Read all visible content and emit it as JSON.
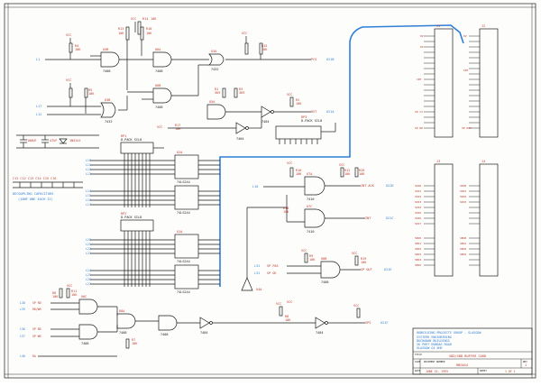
{
  "resistors": [
    {
      "ref": "R14",
      "val": "10K"
    },
    {
      "ref": "R13",
      "val": "10K"
    },
    {
      "ref": "R10",
      "val": "10K"
    },
    {
      "ref": "R4",
      "val": "10K"
    },
    {
      "ref": "R5",
      "val": "10K"
    },
    {
      "ref": "R15",
      "val": "10K"
    },
    {
      "ref": "R1",
      "val": "3K9"
    },
    {
      "ref": "R3",
      "val": "3K9"
    },
    {
      "ref": "R2",
      "val": "10K"
    },
    {
      "ref": "R17",
      "val": "10K"
    },
    {
      "ref": "R16",
      "val": "10K"
    },
    {
      "ref": "R12",
      "val": "10K"
    },
    {
      "ref": "R20",
      "val": "10K"
    },
    {
      "ref": "R6",
      "val": "10K"
    },
    {
      "ref": "R9",
      "val": "10K"
    },
    {
      "ref": "R8",
      "val": "10K"
    },
    {
      "ref": "R7",
      "val": "10K"
    },
    {
      "ref": "R11",
      "val": "10K"
    },
    {
      "ref": "R18",
      "val": "10K"
    },
    {
      "ref": "R19",
      "val": "10K"
    }
  ],
  "gates": [
    {
      "ref": "U5B",
      "type": "7408"
    },
    {
      "ref": "U6A",
      "type": "7408"
    },
    {
      "ref": "U6B",
      "type": "7408"
    },
    {
      "ref": "U3A",
      "type": "7432"
    },
    {
      "ref": "U3B",
      "type": "7432"
    },
    {
      "ref": "U5A",
      "type": "7432"
    },
    {
      "ref": "U4C",
      "type": "7404"
    },
    {
      "ref": "U4D",
      "type": "7404"
    },
    {
      "ref": "U7A",
      "type": "7410"
    },
    {
      "ref": "U7C",
      "type": "7410"
    },
    {
      "ref": "U6C",
      "type": "7408"
    },
    {
      "ref": "U8B",
      "type": "7408"
    },
    {
      "ref": "U5C",
      "type": "7408"
    },
    {
      "ref": "U4A",
      "type": "7404"
    },
    {
      "ref": "U4B",
      "type": "7404"
    },
    {
      "ref": "U4E",
      "type": "7404"
    },
    {
      "ref": "U4F",
      "type": "7404"
    }
  ],
  "buffers": [
    {
      "ref": "U2A",
      "type": "74LS244"
    },
    {
      "ref": "U2B",
      "type": "74LS244"
    },
    {
      "ref": "U1A",
      "type": "74LS244"
    },
    {
      "ref": "U1B",
      "type": "74LS244"
    }
  ],
  "resistor_packs": [
    {
      "ref": "RP1",
      "type": "8-PACK SIL8"
    },
    {
      "ref": "RP2",
      "type": "8-PACK SIL8"
    },
    {
      "ref": "RP3",
      "type": "8-PACK SIL8"
    }
  ],
  "capacitors": {
    "c1": "100UF",
    "c2": "47UF",
    "c3": "1N5241",
    "decoupling_title": "DECOUPLING CAPACITORS",
    "decoupling_note": "(10NF ONE EACH IC)",
    "decoupling_refs": "C11  C12  C13  C14  C15  C16"
  },
  "connectors": [
    {
      "ref": "J1"
    },
    {
      "ref": "J2"
    },
    {
      "ref": "J3"
    },
    {
      "ref": "J4"
    }
  ],
  "power_label": "VCC",
  "title_block": {
    "company": "ROBUILDING PROJECTS GROUP - GLASGOW",
    "company2": "SYSTEMS ENGINEERING",
    "address1": "BUCHANAN BUILDINGS",
    "address2": "26 PORT DUNDAS ROAD",
    "address3": "GLASGOW G4 0HE",
    "title_label": "TITLE",
    "title": "SDD/SBD BUFFER CARD",
    "size_label": "SIZE",
    "doc_label": "DOCUMENT NUMBER",
    "doc": "RBG044",
    "rev_label": "REV",
    "rev": "1",
    "date_label": "DATE",
    "date": "JUNE 15, 1993",
    "sheet_label": "SHEET",
    "sheet": "1 OF 1"
  }
}
